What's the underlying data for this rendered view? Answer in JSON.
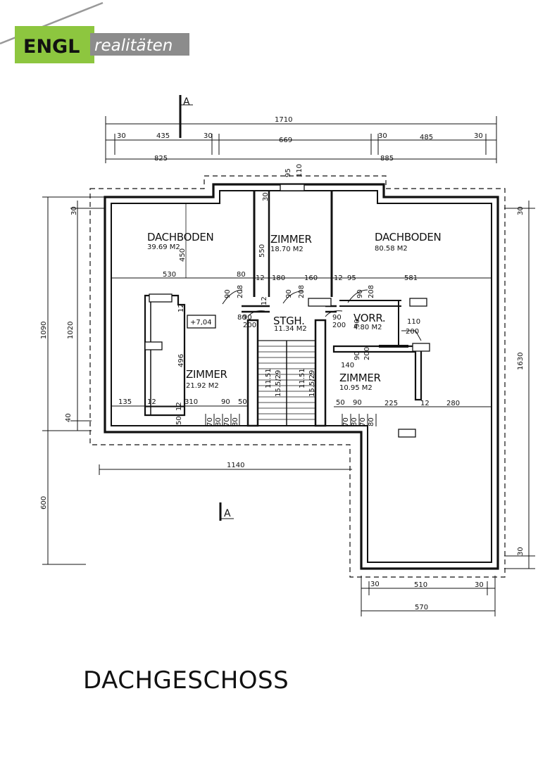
{
  "logo": {
    "brand": "ENGL",
    "suffix": "realitäten",
    "green": "#8dc63f",
    "grey": "#8c8c8c"
  },
  "plan": {
    "caption": "DACHGESCHOSS",
    "section_marker": "A",
    "rooms": [
      {
        "name": "DACHBODEN",
        "area": "39.69 M2"
      },
      {
        "name": "ZIMMER",
        "area": "18.70 M2"
      },
      {
        "name": "DACHBODEN",
        "area": "80.58 M2"
      },
      {
        "name": "STGH.",
        "area": "11.34 M2"
      },
      {
        "name": "VORR.",
        "area": "4.80 M2"
      },
      {
        "name": "ZIMMER",
        "area": "21.92 M2"
      },
      {
        "name": "ZIMMER",
        "area": "10.95 M2"
      }
    ],
    "level_mark": "+7,04",
    "stair_labels": [
      "11.51",
      "15.5/29",
      "11.51",
      "15.5/29"
    ],
    "dims": {
      "overall_top": "1710",
      "top_row": [
        "30",
        "435",
        "30",
        "669",
        "30",
        "485",
        "30"
      ],
      "sub_top": [
        "825",
        "885"
      ],
      "top_small": [
        "95",
        "110"
      ],
      "left_outer": "1090",
      "left_inner": "1020",
      "left_top": "30",
      "left_bottom": "40",
      "left_lower": "600",
      "right_total": "1630",
      "right_top": "30",
      "right_bottom": "30",
      "bottom_mid": "1140",
      "bottom_row": [
        "30",
        "510",
        "30"
      ],
      "bottom_total": "570",
      "row_mid": [
        "530",
        "80",
        "12",
        "180",
        "160",
        "12",
        "95",
        "581"
      ],
      "row_low_left": [
        "135",
        "12",
        "310",
        "90",
        "50"
      ],
      "row_low_right": [
        "50",
        "90",
        "225",
        "12",
        "280"
      ],
      "vertical_inner": [
        "30",
        "550",
        "450",
        "496",
        "12",
        "12"
      ],
      "door_pairs": [
        "90",
        "208",
        "90",
        "208",
        "90",
        "208",
        "90",
        "200",
        "90",
        "200",
        "90",
        "200",
        "110",
        "200",
        "140",
        "90",
        "80"
      ],
      "bottom_ticks": [
        "70",
        "80",
        "70",
        "80",
        "70",
        "80",
        "70",
        "80"
      ],
      "small_marks": [
        "50",
        "12"
      ]
    }
  }
}
